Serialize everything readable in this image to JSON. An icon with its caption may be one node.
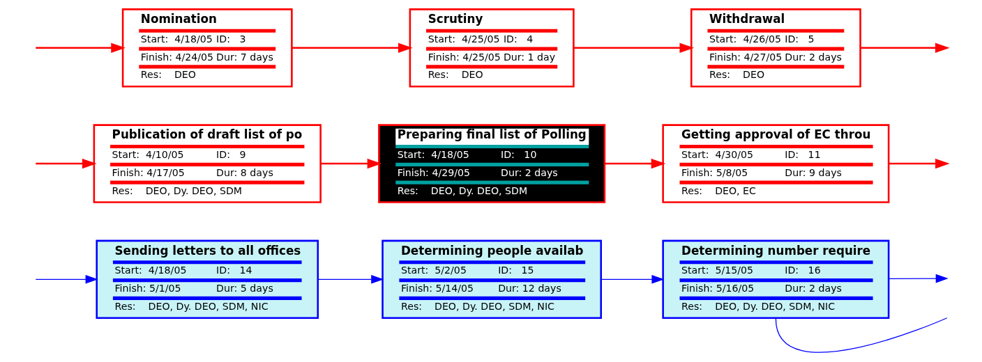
{
  "diagram": {
    "nodes": [
      {
        "text": [
          "Nomination",
          "Start:  4/18/05",
          "ID:   3",
          "Finish: 4/24/05",
          "Dur: 7 days",
          "Res:    DEO"
        ]
      },
      {
        "text": [
          "Scrutiny",
          "Start:  4/25/05",
          "ID:   4",
          "Finish: 4/25/05",
          "Dur: 1 day",
          "Res:    DEO"
        ]
      },
      {
        "text": [
          "Withdrawal",
          "Start:  4/26/05",
          "ID:   5",
          "Finish: 4/27/05",
          "Dur: 2 days",
          "Res:    DEO"
        ]
      },
      {
        "text": [
          "Publication of draft list of po",
          "Start:  4/10/05",
          "ID:   9",
          "Finish: 4/17/05",
          "Dur: 8 days",
          "Res:    DEO, Dy. DEO, SDM"
        ]
      },
      {
        "text": [
          "Preparing final list of Polling",
          "Start:  4/18/05",
          "ID:   10",
          "Finish: 4/29/05",
          "Dur: 2 days",
          "Res:    DEO, Dy. DEO, SDM"
        ]
      },
      {
        "text": [
          "Getting approval of EC throu",
          "Start:  4/30/05",
          "ID:   11",
          "Finish: 5/8/05",
          "Dur: 9 days",
          "Res:    DEO, EC"
        ]
      },
      {
        "text": [
          "Sending letters to all offices",
          "Start:  4/18/05",
          "ID:   14",
          "Finish: 5/1/05",
          "Dur: 5 days",
          "Res:    DEO, Dy. DEO, SDM, NIC"
        ]
      },
      {
        "text": [
          "Determining people availab",
          "Start:  5/2/05",
          "ID:   15",
          "Finish: 5/14/05",
          "Dur: 12 days",
          "Res:    DEO, Dy. DEO, SDM, NIC"
        ]
      },
      {
        "text": [
          "Determining number require",
          "Start:  5/15/05",
          "ID:   16",
          "Finish: 5/16/05",
          "Dur: 2 days",
          "Res:    DEO, Dy. DEO, SDM, NIC"
        ]
      }
    ],
    "edges": [
      {
        "from": null,
        "to": 0,
        "arrow": "to"
      },
      {
        "from": 0,
        "to": 1,
        "arrow": "to"
      },
      {
        "from": 1,
        "to": 2,
        "arrow": "to"
      },
      {
        "from": 2,
        "to": null,
        "arrow": "to"
      },
      {
        "from": null,
        "to": 3,
        "arrow": "to"
      },
      {
        "from": 3,
        "to": 4,
        "arrow": "to"
      },
      {
        "from": 4,
        "to": 5,
        "arrow": "to"
      },
      {
        "from": 5,
        "to": null,
        "arrow": "to"
      },
      {
        "from": null,
        "to": 6,
        "arrow": "to",
        "color": "#0000ff"
      },
      {
        "from": 6,
        "to": 7,
        "arrow": "to",
        "color": "#0000ff"
      },
      {
        "from": 7,
        "to": 8,
        "arrow": "to",
        "color": "#0000ff"
      },
      {
        "from": 8,
        "to": null,
        "arrow": "none",
        "color": "#0000ff"
      },
      {
        "from": 8,
        "to": null,
        "arrow": "to",
        "color": "#0000ff"
      }
    ]
  }
}
